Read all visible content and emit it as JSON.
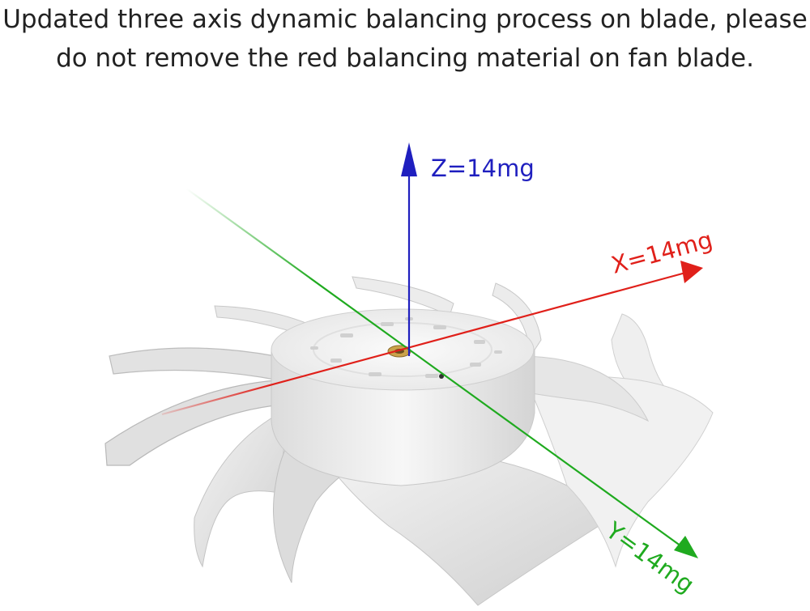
{
  "caption": {
    "line1": "Updated three axis dynamic balancing process on blade, please",
    "line2": "do not remove the red balancing material on fan blade."
  },
  "axes": {
    "z": {
      "label": "Z=14mg",
      "color": "#1f1fbf"
    },
    "x": {
      "label": "X=14mg",
      "color": "#e0201a"
    },
    "y": {
      "label": "Y=14mg",
      "color": "#1faa1f"
    }
  }
}
